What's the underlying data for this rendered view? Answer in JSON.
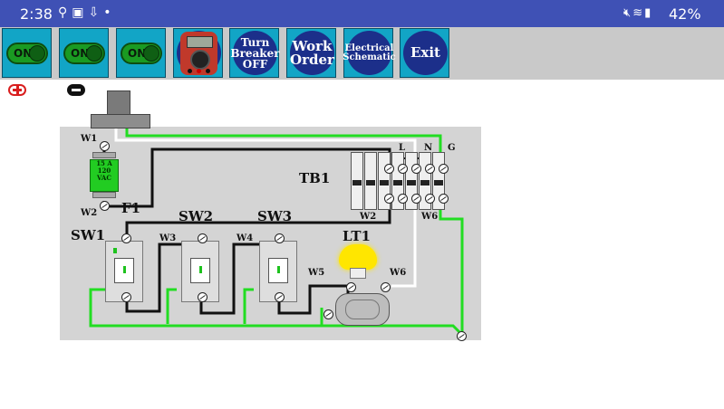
{
  "status_bar": {
    "time": "2:38",
    "notification_icons": [
      "location-icon",
      "image-icon",
      "download-icon",
      "dot-icon"
    ],
    "system_icons": [
      "mute-icon",
      "wifi-icon",
      "signal-icon"
    ],
    "battery": "42%"
  },
  "toolbar": {
    "toggles": [
      {
        "label": "ON"
      },
      {
        "label": "ON"
      },
      {
        "label": "ON"
      }
    ],
    "multimeter_icon": "multimeter-icon",
    "turn_breaker_off": {
      "line1": "Turn",
      "line2": "Breaker",
      "line3": "OFF"
    },
    "work_order": {
      "line1": "Work",
      "line2": "Order"
    },
    "electrical_schematic": {
      "line1": "Electrical",
      "line2": "Schematic"
    },
    "exit": "Exit"
  },
  "symbols": {
    "plus": "plus-circle-icon",
    "minus": "minus-circle-icon"
  },
  "diagram": {
    "labels": {
      "tb1": "TB1",
      "f1": "F1",
      "sw1": "SW1",
      "sw2": "SW2",
      "sw3": "SW3",
      "lt1": "LT1",
      "l": "L",
      "n": "N",
      "g": "G"
    },
    "wire_labels": {
      "w1": "W1",
      "w2_fuse": "W2",
      "w2_tb": "W2",
      "w3": "W3",
      "w4": "W4",
      "w5": "W5",
      "w6_tb": "W6",
      "w6_light": "W6"
    },
    "fuse_text": {
      "line1": "15 A",
      "line2": "120",
      "line3": "VAC"
    },
    "colors": {
      "hot": "#111111",
      "neutral": "#ffffff",
      "ground": "#22dd22",
      "panel": "#d4d4d4",
      "toolbar_button": "#12a5c6"
    }
  }
}
